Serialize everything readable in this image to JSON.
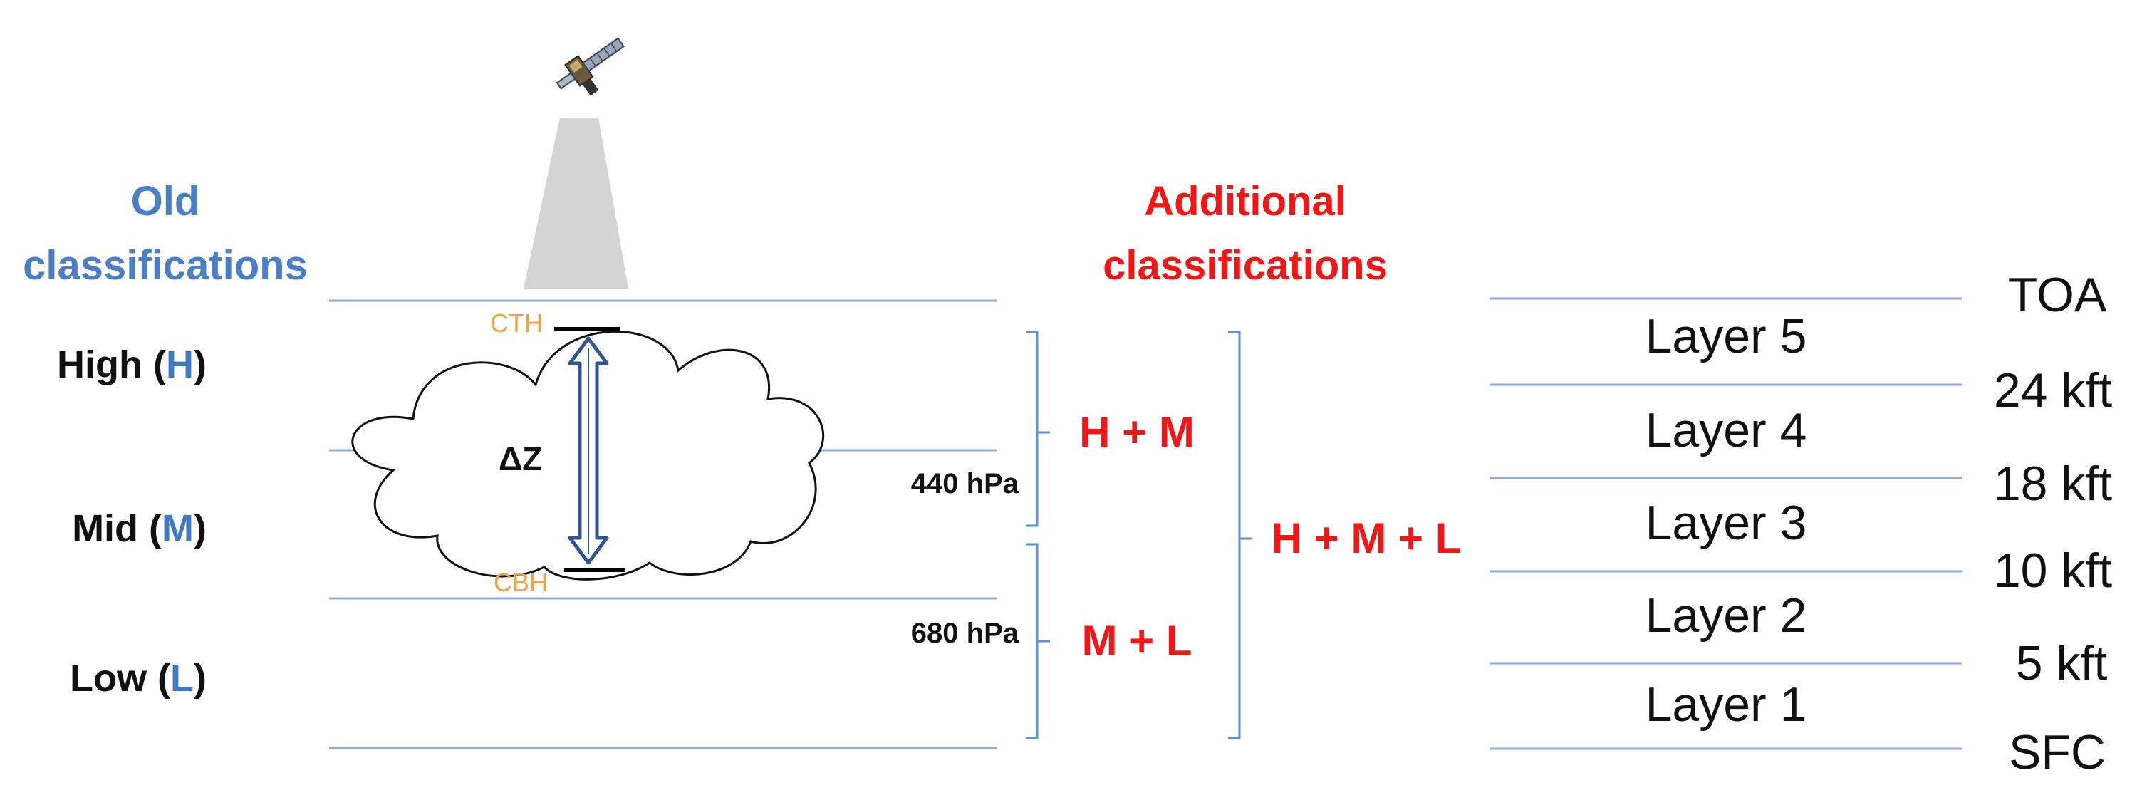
{
  "colors": {
    "line_blue": "#8eaadb",
    "brace_blue": "#5b8fd6",
    "old_title": "#4a7ec7",
    "letter_blue": "#3f79c4",
    "additional_red": "#f51515",
    "orange": "#f5a142",
    "arrow_blue": "#2f5597",
    "beam_gray": "#d4d4d4",
    "text_black": "#111111"
  },
  "old_classifications": {
    "title_line1": "Old",
    "title_line2": "classifications",
    "levels": [
      {
        "prefix": "High (",
        "letter": "H",
        "suffix": ")"
      },
      {
        "prefix": "Mid (",
        "letter": "M",
        "suffix": ")"
      },
      {
        "prefix": "Low (",
        "letter": "L",
        "suffix": ")"
      }
    ],
    "pressure_labels": [
      "440 hPa",
      "680 hPa"
    ]
  },
  "cloud": {
    "top_label": "CTH",
    "base_label": "CBH",
    "thickness_label": "ΔZ",
    "icon": "cloud-outline"
  },
  "satellite": {
    "icon": "satellite-icon"
  },
  "additional_classifications": {
    "title_line1": "Additional",
    "title_line2": "classifications",
    "groups": [
      "H + M",
      "M + L",
      "H + M + L"
    ]
  },
  "layers": {
    "names": [
      "Layer 5",
      "Layer 4",
      "Layer 3",
      "Layer 2",
      "Layer 1"
    ],
    "boundaries": [
      "TOA",
      "24 kft",
      "18 kft",
      "10 kft",
      "5 kft",
      "SFC"
    ]
  }
}
